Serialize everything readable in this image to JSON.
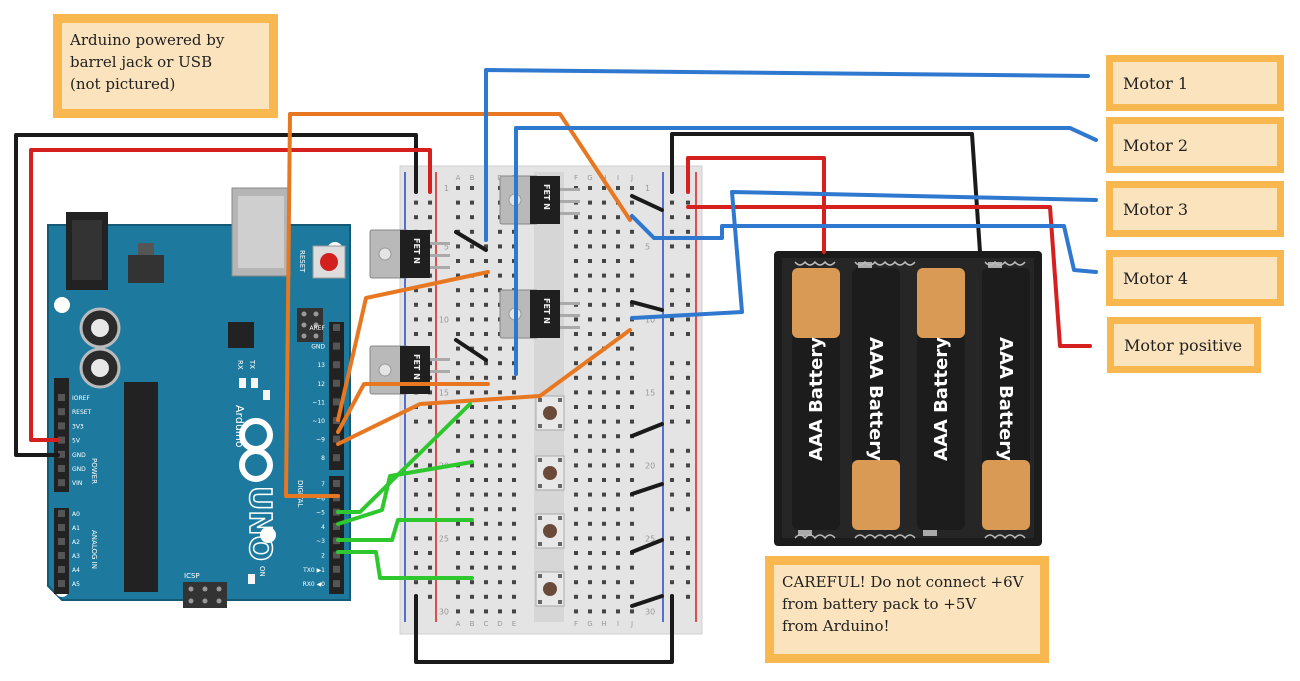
{
  "notes": {
    "power_note": "Arduino powered by\nbarrel jack or USB\n(not pictured)",
    "warning_note": "CAREFUL! Do not connect +6V\nfrom battery pack to +5V\nfrom Arduino!"
  },
  "motor_labels": {
    "motor1": "Motor 1",
    "motor2": "Motor 2",
    "motor3": "Motor 3",
    "motor4": "Motor 4",
    "motor_positive": "Motor positive"
  },
  "arduino": {
    "brand": "Arduino",
    "model": "UNO",
    "reset": "RESET",
    "power_header": "POWER",
    "analog_header": "ANALOG IN",
    "digital_header": "DIGITAL",
    "icsp": "ICSP",
    "tx": "TX",
    "rx": "RX",
    "on": "ON",
    "power_pins": [
      "IOREF",
      "RESET",
      "3V3",
      "5V",
      "GND",
      "GND",
      "VIN"
    ],
    "analog_pins": [
      "A0",
      "A1",
      "A2",
      "A3",
      "A4",
      "A5"
    ],
    "digital_pins": [
      "AREF",
      "GND",
      "13",
      "12",
      "~11",
      "~10",
      "~9",
      "8",
      "7",
      "~6",
      "~5",
      "4",
      "~3",
      "2",
      "TX0 ▶1",
      "RX0 ◀0"
    ]
  },
  "mosfet_label": "FET N",
  "battery_label": "AAA Battery",
  "breadboard": {
    "row_numbers": [
      "1",
      "5",
      "10",
      "15",
      "20",
      "25",
      "30"
    ],
    "left_columns": [
      "A",
      "B",
      "C",
      "D",
      "E"
    ],
    "right_columns": [
      "F",
      "G",
      "H",
      "I",
      "J"
    ]
  },
  "colors": {
    "board_blue": "#1d7a9e",
    "wire_red": "#d61f1f",
    "wire_black": "#1a1a1a",
    "wire_orange": "#e87722",
    "wire_blue": "#2f78d0",
    "wire_green": "#2ec82e",
    "label_border": "#f9b84f",
    "label_fill": "#fbe3bd"
  }
}
